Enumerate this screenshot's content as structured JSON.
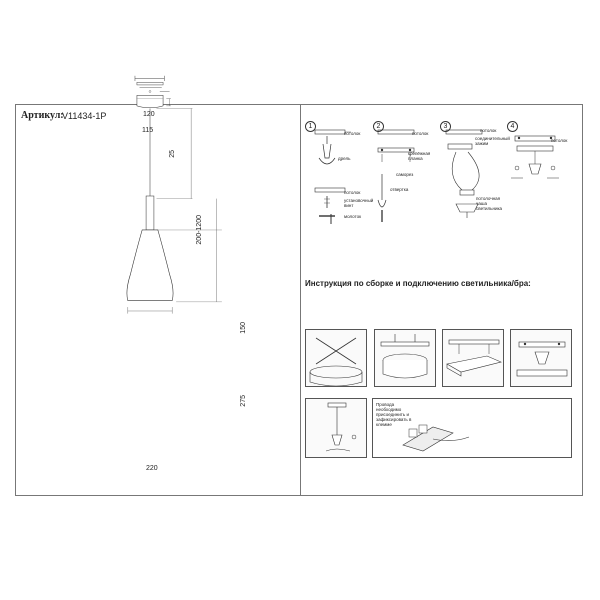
{
  "header": {
    "article_label": "Артикул:",
    "article_value": "V11434-1P"
  },
  "dimensions": {
    "canopy_width": "120",
    "canopy_inner": "115",
    "canopy_height": "25",
    "cable_length": "200-1200",
    "holder_height": "150",
    "shade_height": "275",
    "shade_width": "220"
  },
  "steps": {
    "step1": {
      "num": "1",
      "labels": [
        "потолок",
        "дрель",
        "потолок",
        "установочный винт",
        "молоток"
      ]
    },
    "step2": {
      "num": "2",
      "labels": [
        "потолок",
        "крепёжная планка",
        "саморез",
        "отвертка"
      ]
    },
    "step3": {
      "num": "3",
      "labels": [
        "потолок",
        "соединительный зажим",
        "потолочная чаша светильника"
      ]
    },
    "step4": {
      "num": "4",
      "labels": [
        "потолок"
      ]
    }
  },
  "instructions": {
    "title": "Инструкция по сборке и подключению  светильника/бра:",
    "wire_note": "Провода необходимо присоединить и зафиксировать в клемме"
  }
}
